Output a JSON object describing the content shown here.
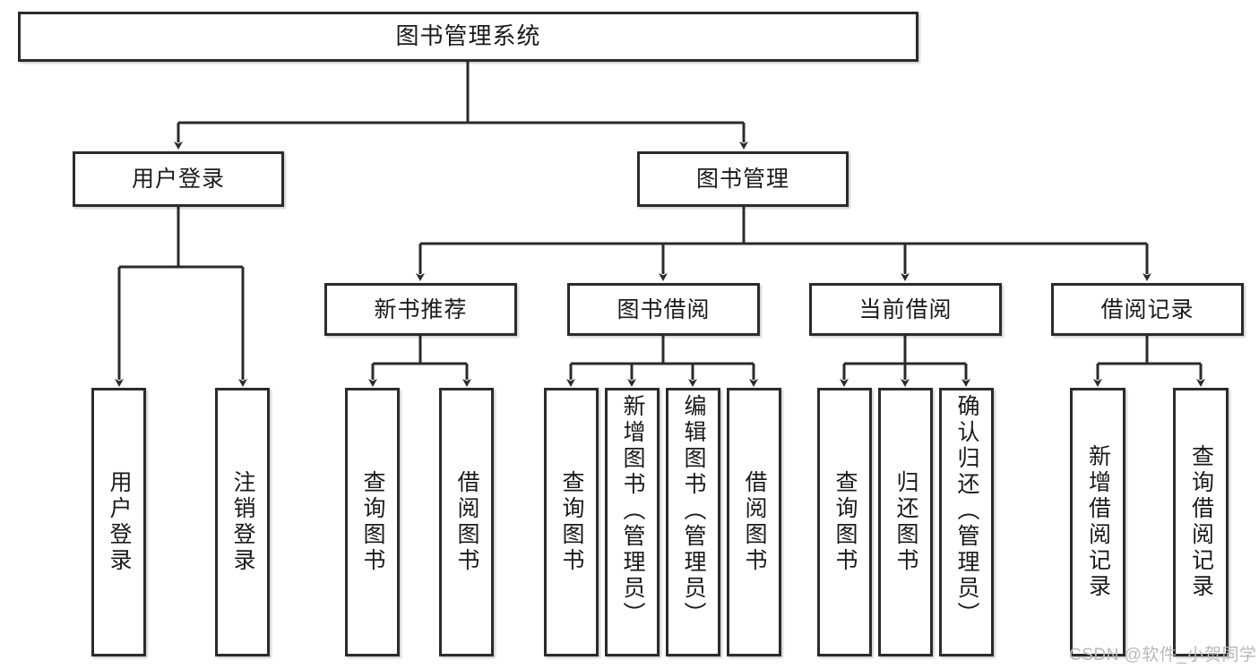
{
  "diagram": {
    "title": "图书管理系统",
    "type": "hierarchy-tree",
    "watermark": "CSDN @软件_小贺同学",
    "colors": {
      "box_border": "#2b2b2b",
      "box_fill": "#ffffff",
      "edge": "#2b2b2b",
      "text": "#1a1a1a",
      "watermark": "#b9b9b9"
    },
    "nodes": {
      "root": {
        "label": "图书管理系统"
      },
      "level2": [
        {
          "id": "user-login",
          "label": "用户登录"
        },
        {
          "id": "book-manage",
          "label": "图书管理"
        }
      ],
      "level3": [
        {
          "id": "new-book-recommend",
          "label": "新书推荐"
        },
        {
          "id": "book-borrow",
          "label": "图书借阅"
        },
        {
          "id": "current-borrow",
          "label": "当前借阅"
        },
        {
          "id": "borrow-record",
          "label": "借阅记录"
        }
      ],
      "leaves": [
        {
          "id": "leaf-user-login",
          "label": "用户登录",
          "parent": "user-login",
          "align": "center"
        },
        {
          "id": "leaf-logout-login",
          "label": "注销登录",
          "parent": "user-login",
          "align": "center"
        },
        {
          "id": "leaf-query-book-1",
          "label": "查询图书",
          "parent": "new-book-recommend",
          "align": "center"
        },
        {
          "id": "leaf-borrow-book-1",
          "label": "借阅图书",
          "parent": "new-book-recommend",
          "align": "center"
        },
        {
          "id": "leaf-query-book-2",
          "label": "查询图书",
          "parent": "book-borrow",
          "align": "center"
        },
        {
          "id": "leaf-add-book-admin",
          "label": "新增图书（管理员）",
          "parent": "book-borrow",
          "align": "top"
        },
        {
          "id": "leaf-edit-book-admin",
          "label": "编辑图书（管理员）",
          "parent": "book-borrow",
          "align": "top"
        },
        {
          "id": "leaf-borrow-book-2",
          "label": "借阅图书",
          "parent": "book-borrow",
          "align": "center"
        },
        {
          "id": "leaf-query-book-3",
          "label": "查询图书",
          "parent": "current-borrow",
          "align": "center"
        },
        {
          "id": "leaf-return-book",
          "label": "归还图书",
          "parent": "current-borrow",
          "align": "center"
        },
        {
          "id": "leaf-confirm-return-admin",
          "label": "确认归还（管理员）",
          "parent": "current-borrow",
          "align": "top"
        },
        {
          "id": "leaf-add-borrow-record",
          "label": "新增借阅记录",
          "parent": "borrow-record",
          "align": "center"
        },
        {
          "id": "leaf-query-borrow-record",
          "label": "查询借阅记录",
          "parent": "borrow-record",
          "align": "center"
        }
      ]
    }
  }
}
